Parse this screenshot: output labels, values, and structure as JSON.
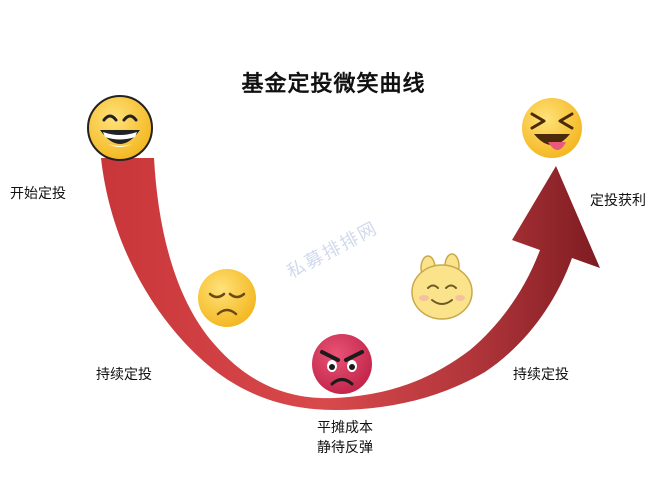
{
  "title": "基金定投微笑曲线",
  "watermark": "私募排排网",
  "stages": {
    "start": "开始定投",
    "continue_left": "持续定投",
    "bottom_line1": "平摊成本",
    "bottom_line2": "静待反弹",
    "continue_right": "持续定投",
    "profit": "定投获利"
  },
  "emojis": {
    "start": "grinning-face",
    "decline": "disappointed-face",
    "bottom": "angry-face",
    "recover": "smiling-bunny-face",
    "profit": "laughing-tongue-face"
  },
  "colors": {
    "curve_light": "#d8494c",
    "curve_dark": "#8a1f24",
    "emoji_yellow": "#f7c52e",
    "emoji_red": "#d0335a",
    "bunny_yellow": "#fbe38c"
  }
}
